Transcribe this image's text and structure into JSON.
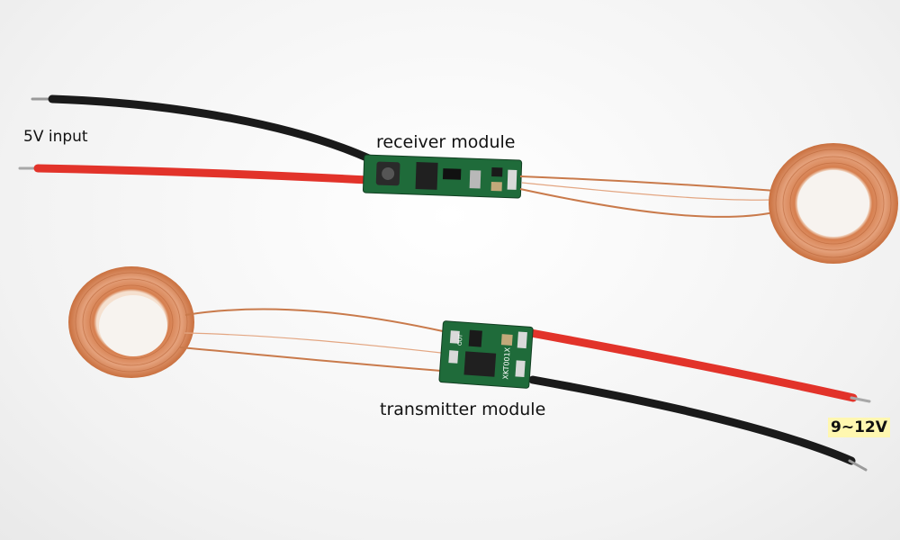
{
  "labels": {
    "input_voltage": "5V input",
    "receiver": "receiver module",
    "transmitter": "transmitter module",
    "supply_voltage": "9~12V"
  },
  "chips": {
    "transmitter_marking": "XKT001X",
    "out_marking": "OUT"
  },
  "colors": {
    "background": "#f4f4f4",
    "copper_coil": "#d9875a",
    "wire_red": "#e2332a",
    "wire_black": "#1a1a1a",
    "pcb_green": "#1f6b3a"
  }
}
